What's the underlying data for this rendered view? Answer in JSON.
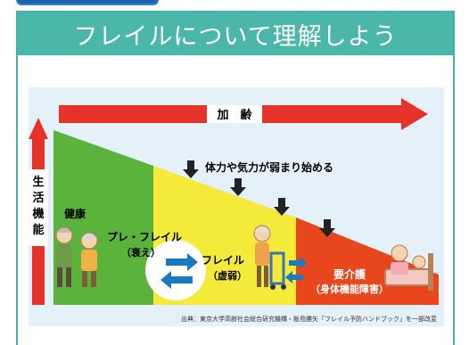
{
  "header": {
    "title": "フレイルについて理解しよう"
  },
  "diagram": {
    "aging_label": "加　齢",
    "vitality_label": "生活機能",
    "decline_label": "体力や気力が弱まり始める",
    "stages": [
      {
        "name": "健康",
        "sub": "",
        "color": "#5bb33c"
      },
      {
        "name": "プレ・フレイル",
        "sub": "（衰え）",
        "color": "#f4ea3a"
      },
      {
        "name": "フレイル",
        "sub": "（虚弱）",
        "color": "#f4ea3a"
      },
      {
        "name": "要介護",
        "sub": "（身体機能障害）",
        "color": "#e8461d"
      }
    ],
    "source": "出典：東京大学高齢社会総合研究機構・飯島勝矢「フレイル予防ハンドブック」を一部改変",
    "colors": {
      "arrow_red": "#e5332a",
      "health_green": "#5bb33c",
      "frail_yellow": "#f4ea3a",
      "care_red": "#e8461d",
      "blue_arrow": "#1b78c2",
      "background": "#e4f1f8"
    }
  }
}
